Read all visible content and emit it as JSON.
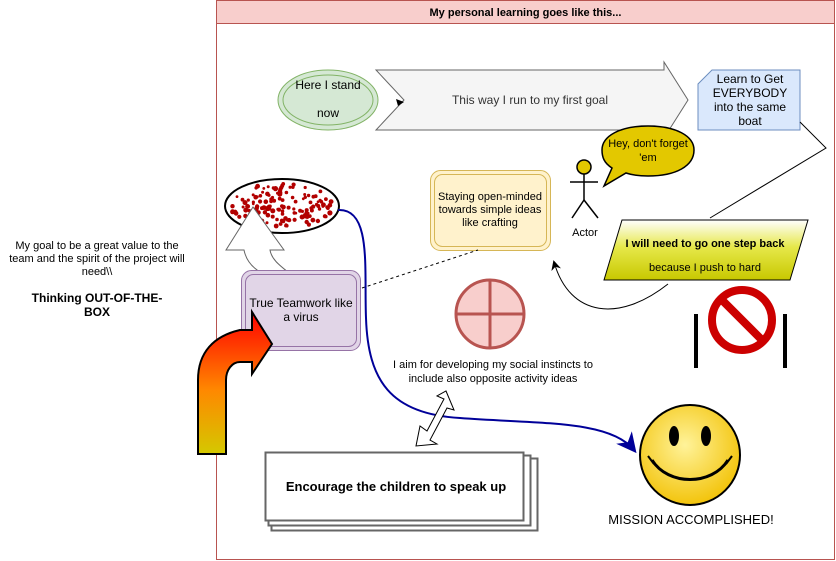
{
  "frame": {
    "title": "My personal learning goes like this...",
    "border_color": "#b85450",
    "header_fill": "#f8cecc"
  },
  "left_note": {
    "text": "My goal to be a great value to the team and the spirit of the project will need\\\\",
    "emphasis": "Thinking OUT-OF-THE-BOX"
  },
  "start_ellipse": {
    "line1": "Here I stand",
    "line2": "now",
    "fill": "#d5e8d4",
    "stroke": "#82b366"
  },
  "path_arrow": {
    "label": "This way I run to my first goal"
  },
  "goal_note": {
    "text": "Learn to Get EVERYBODY into the same boat",
    "fill": "#dae8fc",
    "stroke": "#6c8ebf"
  },
  "callout": {
    "text": "Hey, don't forget 'em",
    "fill": "#e3c800"
  },
  "actor": {
    "label": "Actor"
  },
  "open_minded": {
    "text": "Staying open-minded towards simple ideas like crafting",
    "fill": "#fff2cc",
    "stroke": "#d6b656"
  },
  "step_back": {
    "line1": "I will need to go one step back",
    "line2": "because I push to hard"
  },
  "teamwork": {
    "text": "True Teamwork like a virus",
    "fill": "#e1d5e7",
    "stroke": "#9673a6"
  },
  "social_text": "I aim for developing my social instincts to include also opposite activity ideas",
  "encourage": {
    "text": "Encourage the children to speak up"
  },
  "mission": {
    "text": "MISSION ACCOMPLISHED!"
  },
  "icons": [
    "virus-cloud-icon",
    "cross-circle-icon",
    "no-entry-icon",
    "smiley-icon",
    "actor-icon",
    "curved-arrow-icon",
    "double-arrow-icon"
  ]
}
